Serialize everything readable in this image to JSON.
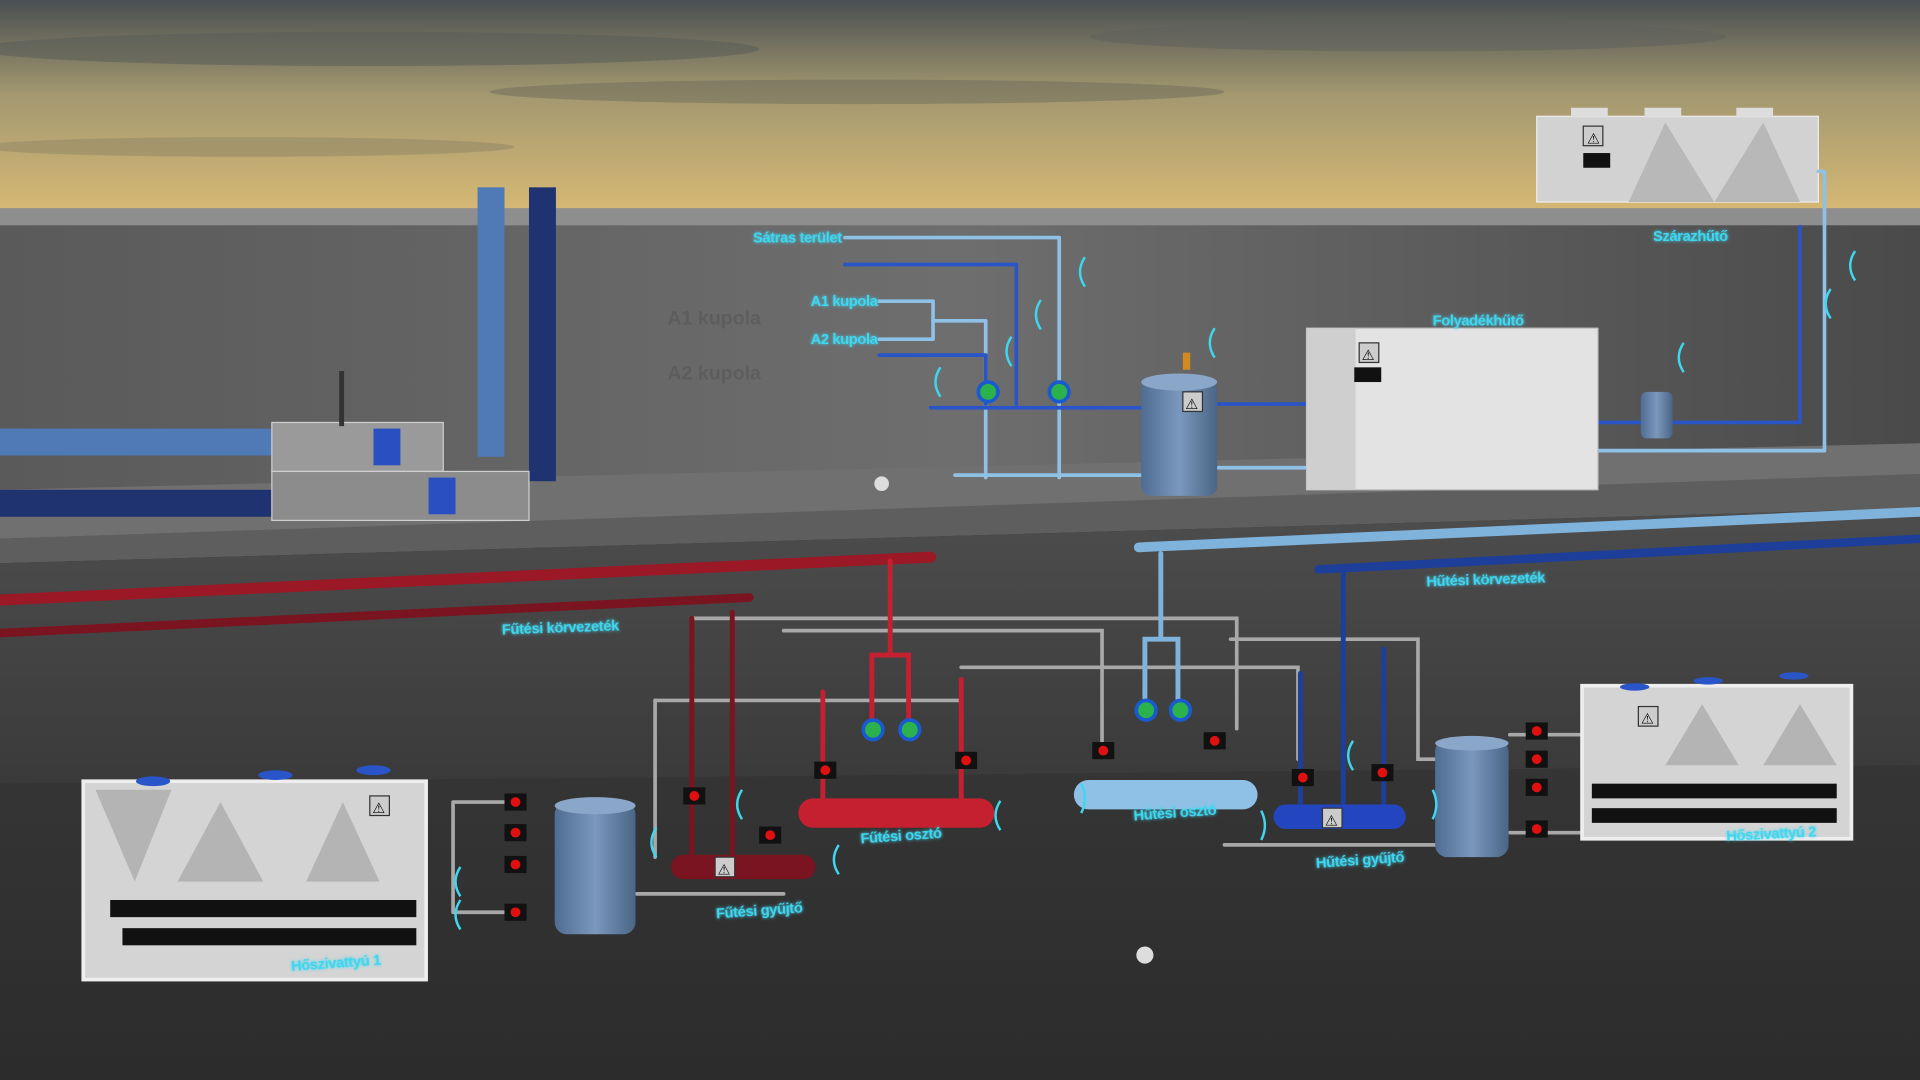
{
  "labels": {
    "satras_terulet": "Sátras terület",
    "a1_kupola": "A1 kupola",
    "a2_kupola": "A2 kupola",
    "szarazhuto": "Szárazhűtő",
    "folyadekhuto": "Folyadékhűtő",
    "futesi_korvezetek": "Fűtési körvezeték",
    "hutesi_korvezetek": "Hűtési körvezeték",
    "futesi_oszto": "Fűtési osztó",
    "hutesi_oszto": "Hűtési osztó",
    "futesi_gyujto": "Fűtési gyűjtő",
    "hutesi_gyujto": "Hűtési gyűjtő",
    "hoszivattyu_1": "Hőszivattyú 1",
    "hoszivattyu_2": "Hőszivattyú 2"
  },
  "colors": {
    "label": "#3fd6ef",
    "heating_pipe": "#9b1826",
    "cooling_pipe_dark": "#1d3f9a",
    "cooling_pipe_light": "#7fb3dc",
    "sensor_red": "#e01010"
  }
}
